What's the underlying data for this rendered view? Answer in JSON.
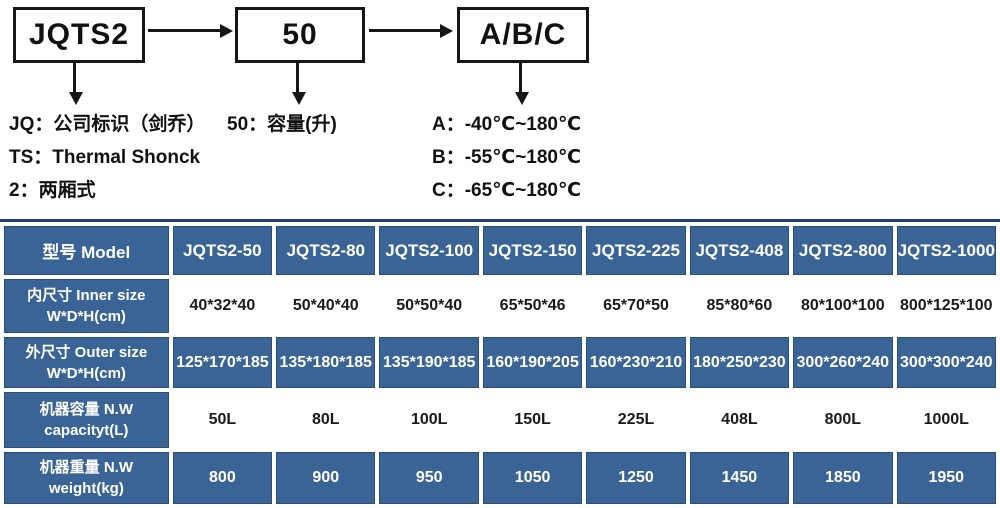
{
  "flowchart": {
    "boxes": [
      {
        "label": "JQTS2"
      },
      {
        "label": "50"
      },
      {
        "label": "A/B/C"
      }
    ],
    "legends": {
      "group1": [
        "JQ：公司标识（剑乔）",
        "TS：Thermal Shonck",
        "2：两厢式"
      ],
      "group2": [
        "50：容量(升)"
      ],
      "group3": [
        "A：-40℃~180℃",
        "B：-55℃~180℃",
        "C：-65℃~180℃"
      ]
    }
  },
  "spec_table": {
    "model_header": {
      "label": "型号 Model",
      "models": [
        "JQTS2-50",
        "JQTS2-80",
        "JQTS2-100",
        "JQTS2-150",
        "JQTS2-225",
        "JQTS2-408",
        "JQTS2-800",
        "JQTS2-1000"
      ]
    },
    "rows": [
      {
        "label_line1": "内尺寸 Inner size",
        "label_line2": "W*D*H(cm)",
        "highlight": false,
        "values": [
          "40*32*40",
          "50*40*40",
          "50*50*40",
          "65*50*46",
          "65*70*50",
          "85*80*60",
          "80*100*100",
          "800*125*100"
        ]
      },
      {
        "label_line1": "外尺寸 Outer size",
        "label_line2": "W*D*H(cm)",
        "highlight": true,
        "values": [
          "125*170*185",
          "135*180*185",
          "135*190*185",
          "160*190*205",
          "160*230*210",
          "180*250*230",
          "300*260*240",
          "300*300*240"
        ]
      },
      {
        "label_line1": "机器容量 N.W",
        "label_line2": "capacityt(L)",
        "highlight": false,
        "values": [
          "50L",
          "80L",
          "100L",
          "150L",
          "225L",
          "408L",
          "800L",
          "1000L"
        ]
      },
      {
        "label_line1": "机器重量 N.W",
        "label_line2": "weight(kg)",
        "highlight": true,
        "values": [
          "800",
          "900",
          "950",
          "1050",
          "1250",
          "1450",
          "1850",
          "1950"
        ]
      }
    ],
    "colors": {
      "cell_blue": "#3a6496",
      "cell_border": "#294e7c",
      "table_top_border": "#1d3f69",
      "value_text": "#1a1a1a"
    }
  }
}
